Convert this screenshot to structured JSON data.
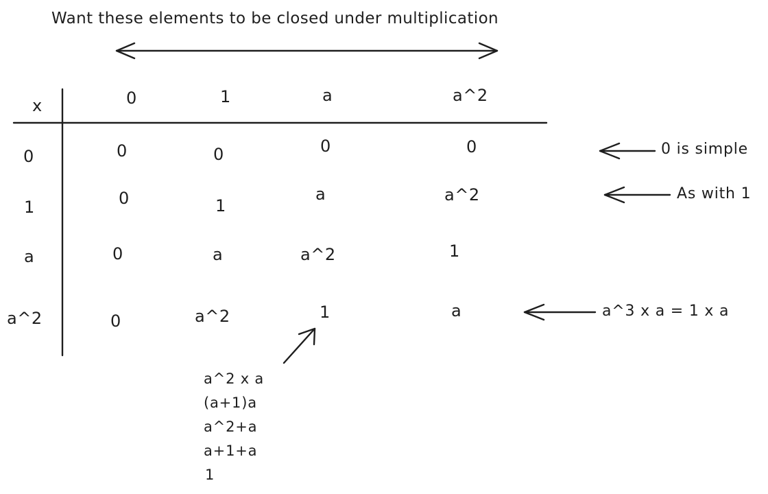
{
  "title": "Want these elements to be closed under multiplication",
  "table": {
    "operator": "x",
    "col_headers": [
      "0",
      "1",
      "a",
      "a^2"
    ],
    "rows": [
      {
        "header": "0",
        "cells": [
          "0",
          "0",
          "0",
          "0"
        ]
      },
      {
        "header": "1",
        "cells": [
          "0",
          "1",
          "a",
          "a^2"
        ]
      },
      {
        "header": "a",
        "cells": [
          "0",
          "a",
          "a^2",
          "1"
        ]
      },
      {
        "header": "a^2",
        "cells": [
          "0",
          "a^2",
          "1",
          "a"
        ]
      }
    ]
  },
  "annotations": {
    "zero_row": "0 is simple",
    "one_row": "As with 1",
    "a2_row": "a^3 x a = 1 x a"
  },
  "derivation": [
    "a^2 x a",
    "(a+1)a",
    "a^2+a",
    "a+1+a",
    "1"
  ],
  "colors": {
    "ink": "#1e1e1e",
    "background": "#ffffff"
  }
}
